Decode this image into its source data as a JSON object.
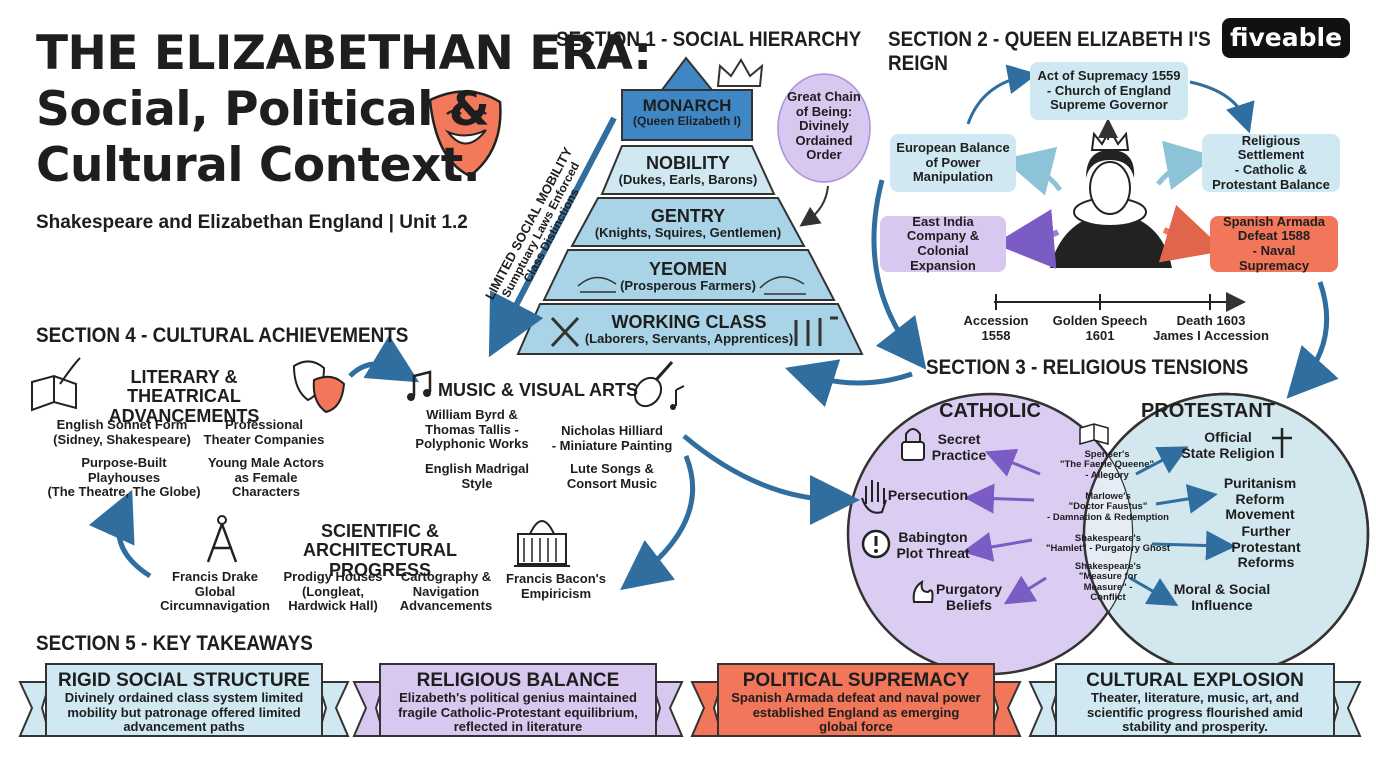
{
  "header": {
    "title_line1": "THE ELIZABETHAN ERA:",
    "title_line2": "Social, Political &",
    "title_line3": "Cultural Context.",
    "subtitle": "Shakespeare and Elizabethan England | Unit 1.2",
    "logo": "fiveable"
  },
  "section1": {
    "heading": "SECTION 1 - SOCIAL HIERARCHY",
    "tiers": [
      {
        "name": "MONARCH",
        "sub": "(Queen Elizabeth I)"
      },
      {
        "name": "NOBILITY",
        "sub": "(Dukes, Earls, Barons)"
      },
      {
        "name": "GENTRY",
        "sub": "(Knights, Squires, Gentlemen)"
      },
      {
        "name": "YEOMEN",
        "sub": "(Prosperous Farmers)"
      },
      {
        "name": "WORKING CLASS",
        "sub": "(Laborers, Servants, Apprentices)"
      }
    ],
    "chain_bubble": [
      "Great Chain",
      "of Being:",
      "Divinely",
      "Ordained",
      "Order"
    ],
    "mobility_note": [
      "LIMITED SOCIAL MOBILITY",
      "Sumptuary Laws Enforced",
      "Class Distinctions"
    ]
  },
  "section2": {
    "heading_line1": "SECTION 2 - QUEEN ELIZABETH I'S",
    "heading_line2": "REIGN",
    "boxes": {
      "supremacy": [
        "Act of Supremacy 1559",
        "- Church of England",
        "Supreme Governor"
      ],
      "european": [
        "European Balance",
        "of Power",
        "Manipulation"
      ],
      "settlement": [
        "Religious Settlement",
        "- Catholic &",
        "Protestant Balance"
      ],
      "east_india": [
        "East India",
        "Company &",
        "Colonial Expansion"
      ],
      "armada": [
        "Spanish Armada",
        "Defeat 1588",
        "- Naval Supremacy"
      ]
    },
    "timeline": [
      {
        "label": [
          "Accession",
          "1558"
        ]
      },
      {
        "label": [
          "Golden Speech",
          "1601"
        ]
      },
      {
        "label": [
          "Death 1603",
          "James I Accession"
        ]
      }
    ]
  },
  "section3": {
    "heading": "SECTION 3 - RELIGIOUS TENSIONS",
    "catholic_label": "CATHOLIC",
    "protestant_label": "PROTESTANT",
    "catholic_items": [
      [
        "Secret",
        "Practice"
      ],
      [
        "Persecution"
      ],
      [
        "Babington",
        "Plot Threat"
      ],
      [
        "Purgatory",
        "Beliefs"
      ]
    ],
    "protestant_items": [
      [
        "Official",
        "State Religion"
      ],
      [
        "Puritanism",
        "Reform Movement"
      ],
      [
        "Further",
        "Protestant",
        "Reforms"
      ],
      [
        "Moral & Social",
        "Influence"
      ]
    ],
    "center_items": [
      [
        "Spenser's",
        "\"The Faerie Queene\"",
        "- Allegory"
      ],
      [
        "Marlowe's",
        "\"Doctor Faustus\"",
        "- Damnation & Redemption"
      ],
      [
        "Shakespeare's",
        "\"Hamlet\" - Purgatory Ghost"
      ],
      [
        "Shakespeare's",
        "\"Measure for",
        "Measure\" -",
        "Conflict"
      ]
    ]
  },
  "section4": {
    "heading": "SECTION 4 - CULTURAL ACHIEVEMENTS",
    "literary_heading": [
      "LITERARY & THEATRICAL",
      "ADVANCEMENTS"
    ],
    "literary_items": [
      [
        "English Sonnet Form",
        "(Sidney, Shakespeare)"
      ],
      [
        "Professional",
        "Theater Companies"
      ],
      [
        "Purpose-Built",
        "Playhouses",
        "(The Theatre, The Globe)"
      ],
      [
        "Young Male Actors",
        "as Female",
        "Characters"
      ]
    ],
    "music_heading": "MUSIC & VISUAL ARTS",
    "music_items": [
      [
        "William Byrd &",
        "Thomas Tallis -",
        "Polyphonic Works"
      ],
      [
        "Nicholas Hilliard",
        "- Miniature Painting"
      ],
      [
        "English Madrigal",
        "Style"
      ],
      [
        "Lute Songs &",
        "Consort Music"
      ]
    ],
    "science_heading": [
      "SCIENTIFIC & ARCHITECTURAL",
      "PROGRESS"
    ],
    "science_items": [
      [
        "Francis Drake",
        "Global",
        "Circumnavigation"
      ],
      [
        "Prodigy Houses",
        "(Longleat,",
        "Hardwick Hall)"
      ],
      [
        "Cartography &",
        "Navigation",
        "Advancements"
      ],
      [
        "Francis Bacon's",
        "Empiricism"
      ]
    ]
  },
  "section5": {
    "heading": "SECTION 5 - KEY TAKEAWAYS",
    "takeaways": [
      {
        "title": "RIGID SOCIAL STRUCTURE",
        "body": [
          "Divinely ordained class system limited",
          "mobility but patronage offered limited",
          "advancement paths"
        ]
      },
      {
        "title": "RELIGIOUS BALANCE",
        "body": [
          "Elizabeth's political genius maintained",
          "fragile Catholic-Protestant equilibrium,",
          "reflected in literature"
        ]
      },
      {
        "title": "POLITICAL SUPREMACY",
        "body": [
          "Spanish Armada defeat and naval power",
          "established England as emerging",
          "global force"
        ]
      },
      {
        "title": "CULTURAL EXPLOSION",
        "body": [
          "Theater, literature, music, art, and",
          "scientific progress flourished amid",
          "stability and prosperity."
        ]
      }
    ]
  },
  "colors": {
    "blue_dark": "#5b9bd1",
    "blue_mid": "#a9d3e6",
    "blue_light": "#cfe8f2",
    "purple": "#d8c8f0",
    "purple_stroke": "#8a6bc9",
    "red": "#f2765a",
    "arrow_blue": "#2f6e9e"
  }
}
